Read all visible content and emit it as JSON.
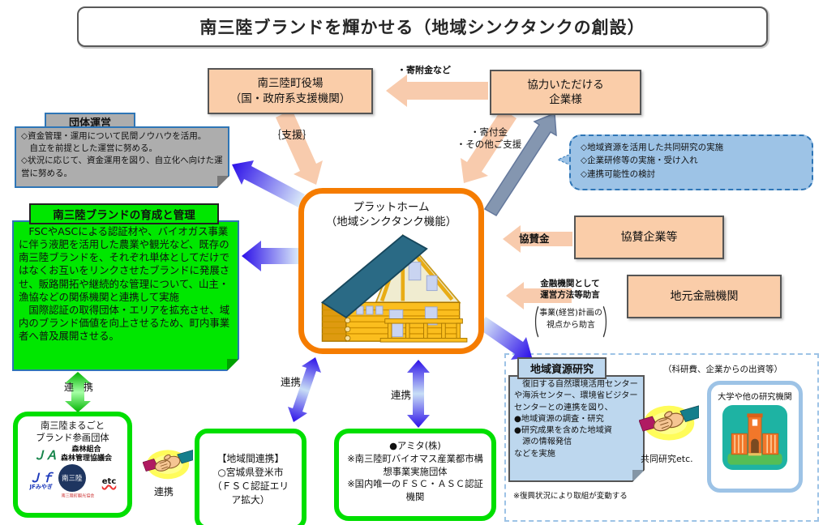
{
  "title": "南三陸ブランドを輝かせる（地域シンクタンクの創設）",
  "top": {
    "town_hall": "南三陸町役場\n（国・政府系支援機関）",
    "companies": "協力いただける\n企業様",
    "donation_top": "・寄附金など",
    "support": "｛支援｝",
    "donation_side": "・寄付金\n・その他ご支援"
  },
  "left": {
    "org_title": "団体運営",
    "org_body": "◇資金管理・運用について民間ノウハウを活用。\n　自立を前提とした運営に努める。\n◇状況に応じて、資金運用を図り、自立化へ向けた運営に努める。",
    "brand_title": "南三陸ブランドの育成と管理",
    "brand_body": "　FSCやASCによる認証材や、バイオガス事業に伴う液肥を活用した農業や観光など、既存の南三陸ブランドを、それぞれ単体としてだけではなくお互いをリンクさせたブランドに発展させ、販路開拓や継続的な管理について、山主・漁協などの関係機関と連携して実施\n　国際認証の取得団体・エリアを拡充させ、域内のブランド価値を向上させるため、町内事業者へ普及展開させる。",
    "renkei": "連　携"
  },
  "center": {
    "platform": "プラットホーム\n（地域シンクタンク機能）"
  },
  "right": {
    "callout": "◇地域資源を活用した共同研究の実施\n◇企業研修等の実施・受け入れ\n◇連携可能性の検討",
    "sponsor_money": "協賛金",
    "sponsor_companies": "協賛企業等",
    "finance_label": "金融機関として\n運営方法等助言",
    "finance_bracket": "事業(経営)計画の\n視点から助言",
    "paren_l": "（",
    "paren_r": "）",
    "financial_inst": "地元金融機関"
  },
  "bottom_right": {
    "research_title": "地域資源研究",
    "research_body": "　復旧する自然環境活用センターや海浜センター、環境省ビジターセンターとの連携を図り、\n●地域資源の調査・研究\n●研究成果を含めた地域資\n　源の情報発信\nなどを実施",
    "recovery_note": "※復興状況により取組が変動する",
    "joint_research": "共同研究etc.",
    "funding": "（科研費、企業からの出資等）",
    "university": "大学や他の研究機関"
  },
  "bottom_left": {
    "members_title": "南三陸まるごと\nブランド参画団体",
    "ja": "ＪＡ",
    "forest": "森林組合\n森林管理協議会",
    "jf": "Ｊｆ",
    "jf_sub": "JFみやぎ",
    "seal": "南三陸",
    "seal_sub": "南三陸町観光協会",
    "etc": "etc",
    "renkei_handshake": "連携",
    "regional": "【地域間連携】\n○宮城県登米市\n（ＦＳＣ認証エリ\nア拡大）",
    "amita": "●アミタ(株)\n※南三陸町バイオマス産業都市構想事業実施団体\n※国内唯一のＦＳＣ・ＡＳＣ認証機関"
  },
  "arrows": {
    "renkei_1": "連携",
    "renkei_2": "連携"
  }
}
